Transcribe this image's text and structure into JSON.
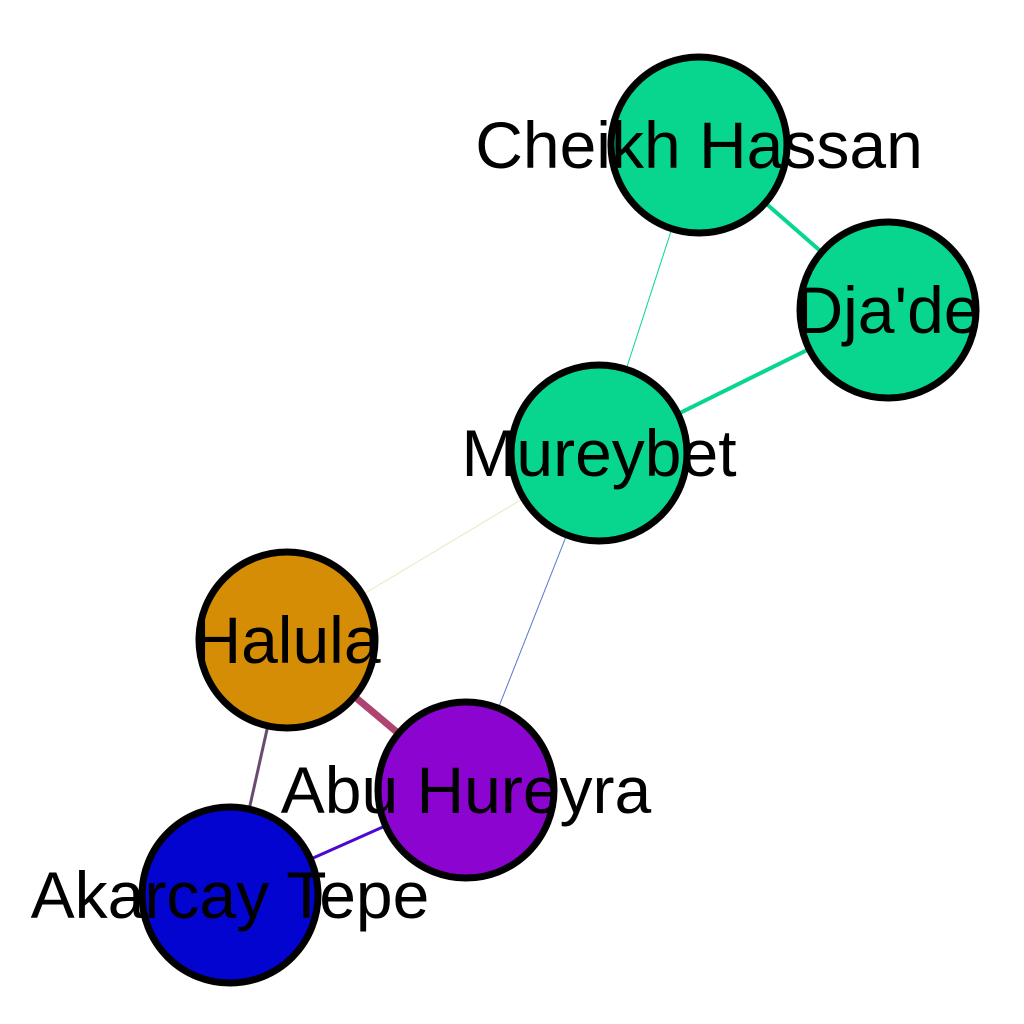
{
  "nodes": [
    {
      "id": "cheikh_hassan",
      "label": "Cheikh Hassan",
      "color": "#08d68e"
    },
    {
      "id": "djade",
      "label": "Dja'de",
      "color": "#08d68e"
    },
    {
      "id": "mureybet",
      "label": "Mureybet",
      "color": "#08d68e"
    },
    {
      "id": "halula",
      "label": "Halula",
      "color": "#d48d04"
    },
    {
      "id": "abu_hureyra",
      "label": "Abu Hureyra",
      "color": "#8b04d0"
    },
    {
      "id": "akarcay_tepe",
      "label": "Akarcay Tepe",
      "color": "#0404d0"
    }
  ],
  "edges": [
    {
      "source": "cheikh_hassan",
      "target": "djade",
      "color": "#08d68e"
    },
    {
      "source": "cheikh_hassan",
      "target": "mureybet",
      "color": "#08d68e"
    },
    {
      "source": "djade",
      "target": "mureybet",
      "color": "#08d68e"
    },
    {
      "source": "mureybet",
      "target": "halula",
      "color": "#e8e8c0"
    },
    {
      "source": "mureybet",
      "target": "abu_hureyra",
      "color": "#5a7ac8"
    },
    {
      "source": "halula",
      "target": "abu_hureyra",
      "color": "#b04470"
    },
    {
      "source": "halula",
      "target": "akarcay_tepe",
      "color": "#6a4a70"
    },
    {
      "source": "abu_hureyra",
      "target": "akarcay_tepe",
      "color": "#4a08d0"
    }
  ]
}
